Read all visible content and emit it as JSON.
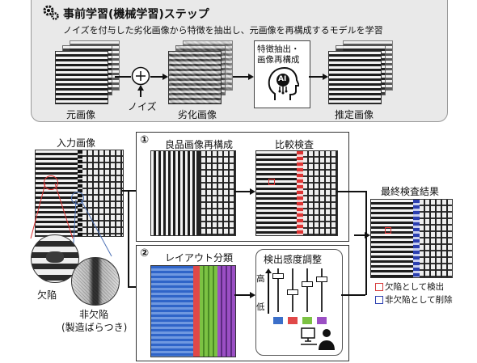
{
  "pretraining": {
    "title": "事前学習(機械学習)ステップ",
    "subtitle": "ノイズを付与した劣化画像から特徴を抽出し、元画像を再構成するモデルを学習",
    "original_label": "元画像",
    "noise_label": "ノイズ",
    "degraded_label": "劣化画像",
    "feature_label_line1": "特徴抽出・",
    "feature_label_line2": "画像再構成",
    "ai_label": "AI",
    "estimated_label": "推定画像"
  },
  "input": {
    "title": "入力画像",
    "defect_label": "欠陥",
    "nondefect_label": "非欠陥",
    "nondefect_sub": "(製造ばらつき)"
  },
  "step1": {
    "number": "①",
    "recon_label": "良品画像再構成",
    "compare_label": "比較検査"
  },
  "step2": {
    "number": "②",
    "layout_label": "レイアウト分類",
    "sensitivity_label": "検出感度調整",
    "high_label": "高",
    "low_label": "低",
    "category_colors": [
      "#3b6fc9",
      "#e04848",
      "#7cc243",
      "#9b4fc4"
    ]
  },
  "result": {
    "title": "最終検査結果",
    "legend_defect": "欠陥として検出",
    "legend_nondefect": "非欠陥として削除",
    "defect_color": "#d63a3a",
    "nondefect_color": "#2b3fb0"
  }
}
